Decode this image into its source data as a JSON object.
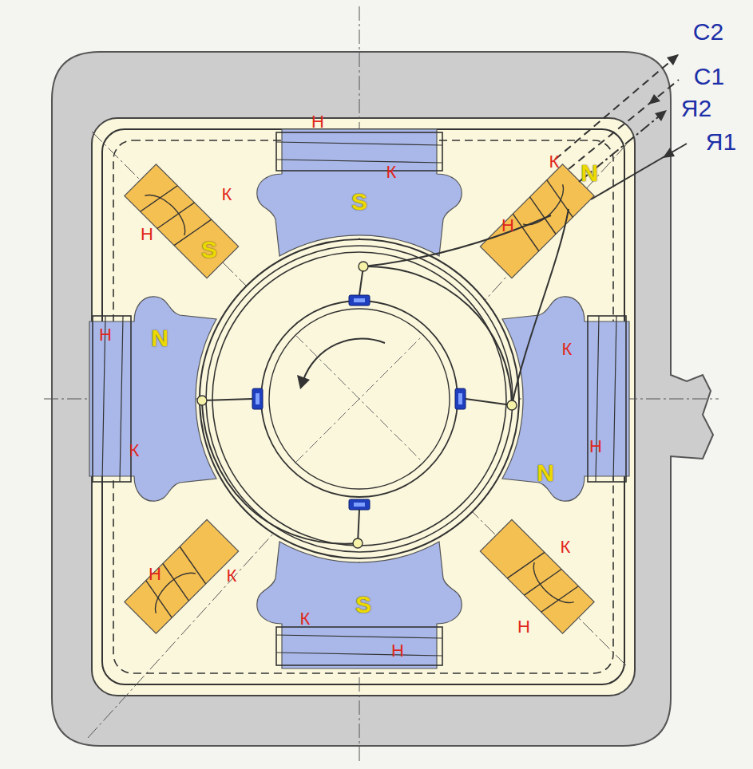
{
  "diagram": {
    "nodes": [
      {
        "text": [
          "N"
        ]
      },
      {
        "text": [
          "S"
        ]
      },
      {
        "text": [
          "S"
        ]
      },
      {
        "text": [
          "N"
        ]
      },
      {
        "text": [
          "N"
        ]
      },
      {
        "text": [
          "S"
        ]
      }
    ],
    "labels": [
      "С2",
      "С1",
      "Я2",
      "Н",
      "Я1",
      "К",
      "К",
      "К",
      "Н",
      "Н",
      "Н",
      "К",
      "Н",
      "К",
      "К",
      "Н",
      "К",
      "К",
      "Н",
      "Н"
    ]
  }
}
